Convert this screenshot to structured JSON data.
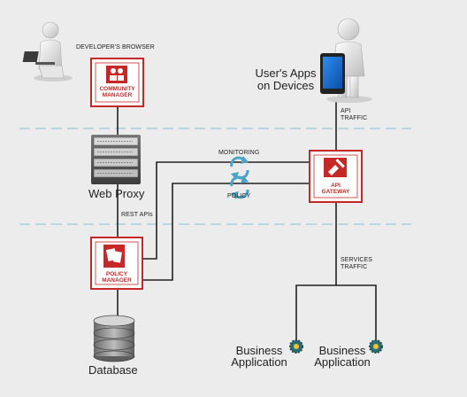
{
  "labels": {
    "developers_browser": "DEVELOPER'S BROWSER",
    "community_manager_line1": "COMMUNITY",
    "community_manager_line2": "MANAGER",
    "web_proxy": "Web Proxy",
    "rest_apis": "REST APIs",
    "policy_manager_line1": "POLICY",
    "policy_manager_line2": "MANAGER",
    "database": "Database",
    "monitoring": "MONITORING",
    "policy": "POLICY",
    "api_gateway_line1": "API",
    "api_gateway_line2": "GATEWAY",
    "api_traffic_line1": "API",
    "api_traffic_line2": "TRAFFIC",
    "users_apps_line1": "User's Apps",
    "users_apps_line2": "on Devices",
    "services_traffic_line1": "SERVICES",
    "services_traffic_line2": "TRAFFIC",
    "business_app_1_line1": "Business",
    "business_app_1_line2": "Application",
    "business_app_2_line1": "Business",
    "business_app_2_line2": "Application"
  },
  "colors": {
    "background": "#ececec",
    "brand_red": "#c62828",
    "dashed_line": "#b9d6e3",
    "connector": "#222222",
    "arrow_teal": "#4aa3c9",
    "tablet_blue": "#1e6fd0"
  },
  "icons": {
    "person_laptop": "person-with-laptop-icon",
    "person_tablet": "person-with-tablet-icon",
    "server_rack": "server-rack-icon",
    "database": "database-stack-icon",
    "gear": "gear-icon"
  }
}
